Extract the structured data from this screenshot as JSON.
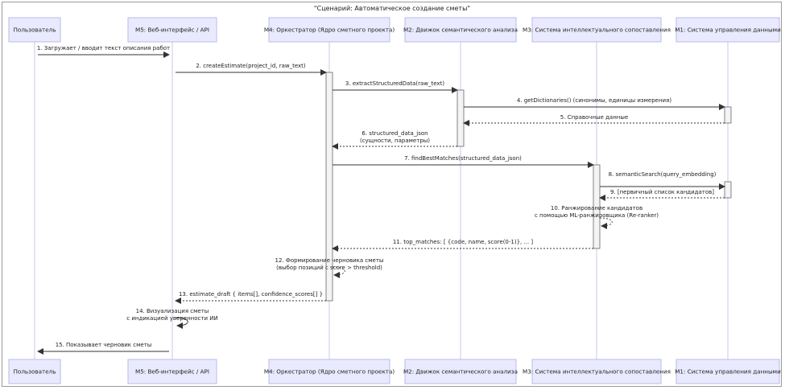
{
  "title": "\"Сценарий: Автоматическое создание сметы\"",
  "participants": [
    "Пользователь",
    "M5: Веб-интерфейс / API",
    "M4: Оркестратор (Ядро сметного проекта)",
    "M2: Движок семантического анализа",
    "M3: Система интеллектуального сопоставления",
    "M1: Система управления данными"
  ],
  "messages": [
    {
      "from": 0,
      "to": 1,
      "type": "sync",
      "lines": [
        "1. Загружает / вводит текст описания работ"
      ]
    },
    {
      "from": 1,
      "to": 2,
      "type": "sync",
      "lines": [
        "2. createEstimate(project_id, raw_text)"
      ]
    },
    {
      "from": 2,
      "to": 3,
      "type": "sync",
      "lines": [
        "3. extractStructuredData(raw_text)"
      ]
    },
    {
      "from": 3,
      "to": 5,
      "type": "sync",
      "lines": [
        "4. getDictionaries() (синонимы, единицы измерения)"
      ]
    },
    {
      "from": 5,
      "to": 3,
      "type": "reply",
      "lines": [
        "5. Справочные данные"
      ]
    },
    {
      "from": 3,
      "to": 2,
      "type": "reply",
      "lines": [
        "6. structured_data_json",
        "(сущности, параметры)"
      ]
    },
    {
      "from": 2,
      "to": 4,
      "type": "sync",
      "lines": [
        "7. findBestMatches(structured_data_json)"
      ]
    },
    {
      "from": 4,
      "to": 5,
      "type": "sync",
      "lines": [
        "8. semanticSearch(query_embedding)"
      ]
    },
    {
      "from": 5,
      "to": 4,
      "type": "reply",
      "lines": [
        "9. [первичный список кандидатов]"
      ]
    },
    {
      "from": 4,
      "to": 4,
      "type": "self",
      "lines": [
        "10. Ранжирование кандидатов",
        "с помощью ML-ранжировщика (Re-ranker)"
      ]
    },
    {
      "from": 4,
      "to": 2,
      "type": "reply",
      "lines": [
        "11. top_matches: [ {code, name, score(0-1)}, ... ]"
      ]
    },
    {
      "from": 2,
      "to": 2,
      "type": "self",
      "lines": [
        "12. Формирование черновика сметы",
        "(выбор позиций с score > threshold)"
      ]
    },
    {
      "from": 2,
      "to": 1,
      "type": "reply",
      "lines": [
        "13. estimate_draft { items[], confidence_scores[] }"
      ]
    },
    {
      "from": 1,
      "to": 1,
      "type": "self",
      "lines": [
        "14. Визуализация сметы",
        "с индикацией уверенности ИИ"
      ]
    },
    {
      "from": 1,
      "to": 0,
      "type": "sync",
      "lines": [
        "15. Показывает черновик сметы"
      ]
    }
  ],
  "colors": {
    "participant_fill": "#eaeaff",
    "participant_stroke": "#b9b9e8",
    "lifeline": "#c8c8ee",
    "arrow": "#333333",
    "text": "#222222",
    "activation_fill": "#f4f4f4",
    "activation_stroke": "#666666"
  }
}
